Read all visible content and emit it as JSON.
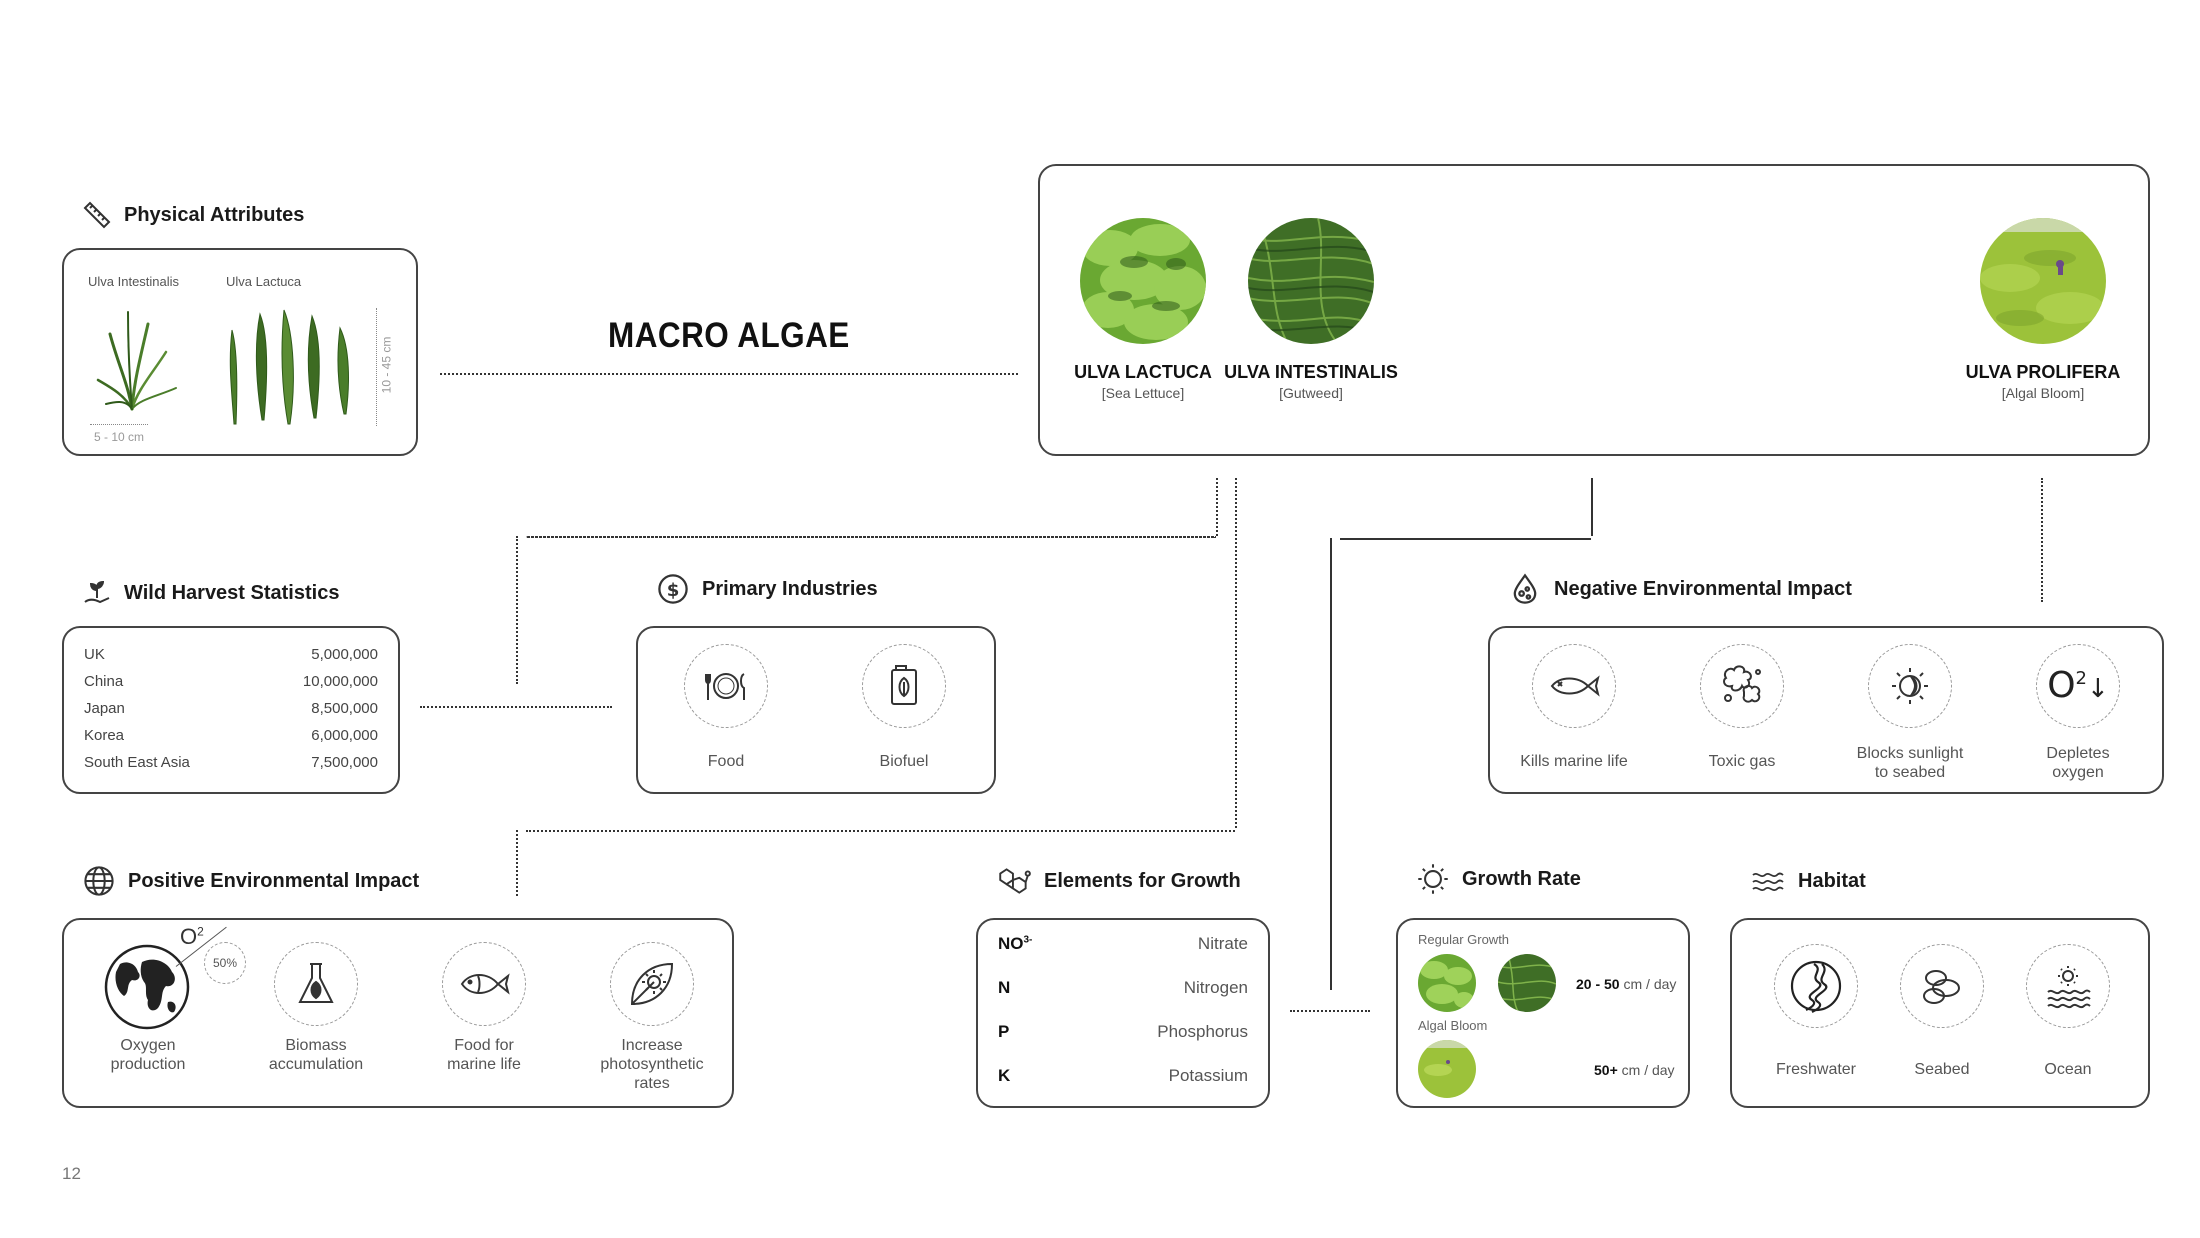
{
  "title": "MACRO ALGAE",
  "page_number": "12",
  "physical": {
    "heading": "Physical Attributes",
    "icon": "ruler-icon",
    "label_intestinalis": "Ulva Intestinalis",
    "label_lactuca": "Ulva Lactuca",
    "dim_width": "5 - 10 cm",
    "dim_height": "10 - 45 cm"
  },
  "species": [
    {
      "name": "ULVA LACTUCA",
      "common": "[Sea Lettuce]"
    },
    {
      "name": "ULVA INTESTINALIS",
      "common": "[Gutweed]"
    },
    {
      "name": "ULVA PROLIFERA",
      "common": "[Algal Bloom]"
    }
  ],
  "wild_harvest": {
    "heading": "Wild Harvest Statistics",
    "icon": "plant-hand-icon",
    "rows": [
      {
        "region": "UK",
        "value": "5,000,000"
      },
      {
        "region": "China",
        "value": "10,000,000"
      },
      {
        "region": "Japan",
        "value": "8,500,000"
      },
      {
        "region": "Korea",
        "value": "6,000,000"
      },
      {
        "region": "South East Asia",
        "value": "7,500,000"
      }
    ]
  },
  "primary_industries": {
    "heading": "Primary Industries",
    "icon": "dollar-icon",
    "items": [
      {
        "label": "Food",
        "icon": "plate-cutlery-icon"
      },
      {
        "label": "Biofuel",
        "icon": "fuel-can-icon"
      }
    ]
  },
  "negative_impact": {
    "heading": "Negative Environmental Impact",
    "icon": "drop-icon",
    "items": [
      {
        "label": "Kills marine life",
        "icon": "dead-fish-icon"
      },
      {
        "label": "Toxic gas",
        "icon": "toxic-gas-icon"
      },
      {
        "label": "Blocks sunlight\nto seabed",
        "icon": "blocked-sun-icon"
      },
      {
        "label": "Depletes\noxygen",
        "icon": "oxygen-down-icon"
      }
    ],
    "o2_symbol": "O",
    "o2_sup": "2",
    "o2_arrow": "↓"
  },
  "positive_impact": {
    "heading": "Positive Environmental Impact",
    "icon": "globe-icon",
    "o2_label": "O",
    "o2_sup": "2",
    "o2_percent": "50%",
    "items": [
      {
        "label": "Oxygen\nproduction",
        "icon": "earth-icon"
      },
      {
        "label": "Biomass\naccumulation",
        "icon": "flask-leaf-icon"
      },
      {
        "label": "Food for\nmarine life",
        "icon": "fish-icon"
      },
      {
        "label": "Increase\nphotosynthetic\nrates",
        "icon": "leaf-sun-icon"
      }
    ]
  },
  "elements": {
    "heading": "Elements for Growth",
    "icon": "molecule-icon",
    "rows": [
      {
        "symbol": "NO",
        "sup": "3-",
        "name": "Nitrate"
      },
      {
        "symbol": "N",
        "sup": "",
        "name": "Nitrogen"
      },
      {
        "symbol": "P",
        "sup": "",
        "name": "Phosphorus"
      },
      {
        "symbol": "K",
        "sup": "",
        "name": "Potassium"
      }
    ]
  },
  "growth_rate": {
    "heading": "Growth Rate",
    "icon": "sun-icon",
    "regular_label": "Regular Growth",
    "regular_value": "20 - 50",
    "regular_unit": " cm / day",
    "bloom_label": "Algal Bloom",
    "bloom_value": "50+",
    "bloom_unit": " cm / day"
  },
  "habitat": {
    "heading": "Habitat",
    "icon": "waves-icon",
    "items": [
      {
        "label": "Freshwater",
        "icon": "river-icon"
      },
      {
        "label": "Seabed",
        "icon": "stones-icon"
      },
      {
        "label": "Ocean",
        "icon": "ocean-sun-icon"
      }
    ]
  },
  "colors": {
    "border": "#444444",
    "algae_light": "#8dc63f",
    "algae_dark": "#3d6b22",
    "bloom": "#9cc23a"
  }
}
